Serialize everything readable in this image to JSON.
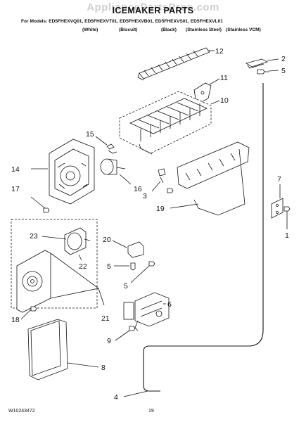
{
  "watermark": "AppliancePartsPros.com",
  "title": "ICEMAKER PARTS",
  "models_line": "For Models: ED5FHEXVQ01, ED5FHEXVT01, ED5FHEXVB01, ED5FHEXVS01, ED5FHEXVL01",
  "colors": {
    "white": "(White)",
    "biscuit": "(Biscuit)",
    "black": "(Black)",
    "stainless": "(Stainless Steel)",
    "stainless_vcm": "(Stainless VCM)"
  },
  "callouts": {
    "c12": "12",
    "c2": "2",
    "c5a": "5",
    "c11": "11",
    "c10": "10",
    "c15": "15",
    "c14": "14",
    "c16": "16",
    "c3": "3",
    "c17": "17",
    "c19": "19",
    "c7": "7",
    "c1": "1",
    "c23": "23",
    "c20": "20",
    "c22": "22",
    "c5b": "5",
    "c5c": "5",
    "c6": "6",
    "c18": "18",
    "c21": "21",
    "c9": "9",
    "c8": "8",
    "c4": "4"
  },
  "footer": {
    "doc_number": "W10243472",
    "page": "19"
  }
}
